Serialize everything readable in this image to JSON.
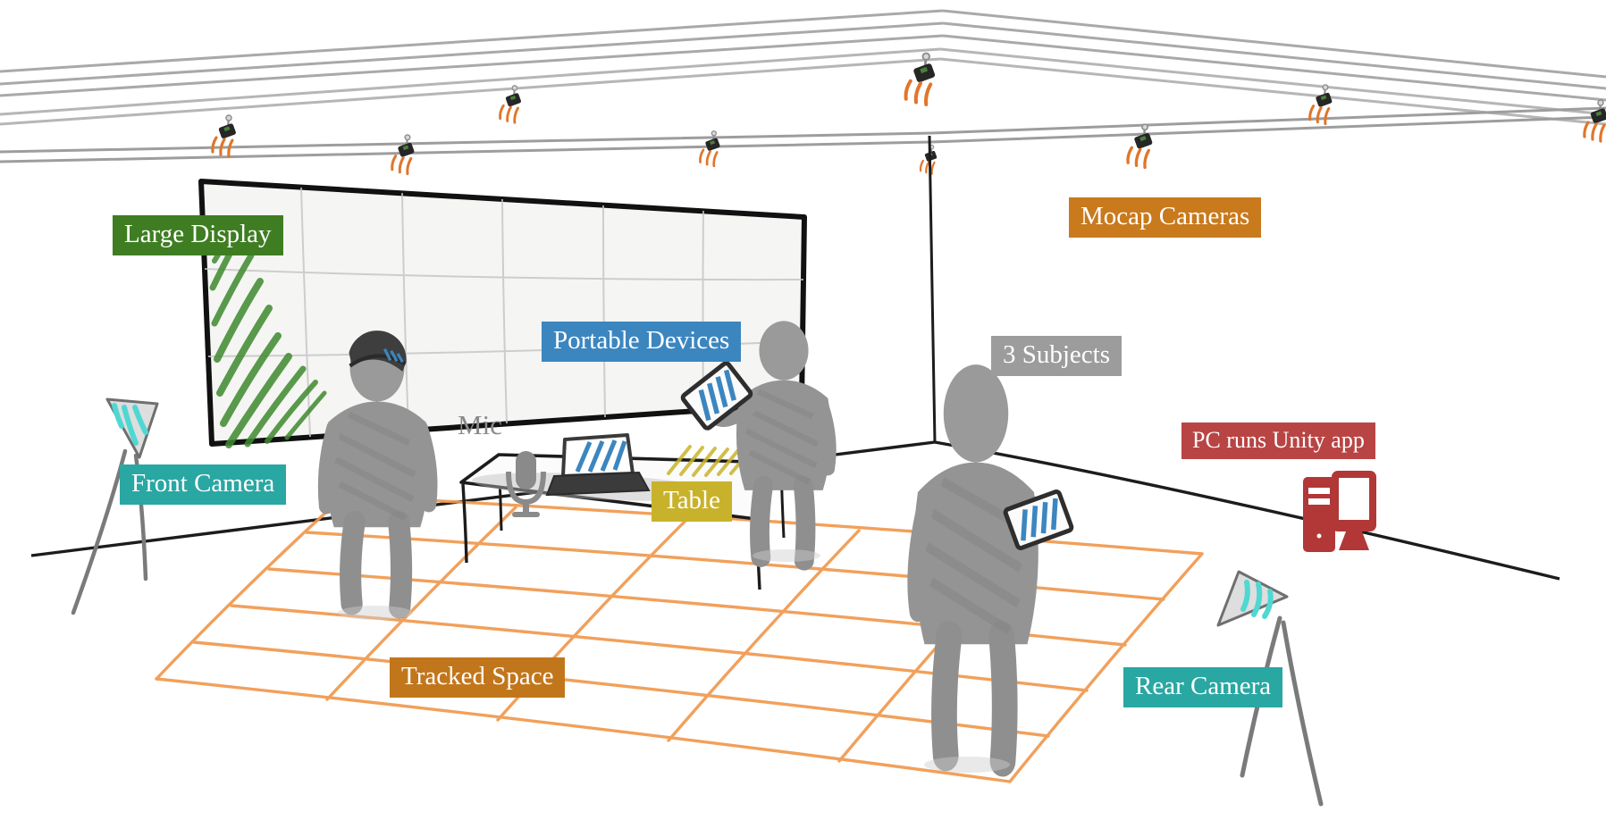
{
  "labels": {
    "large_display": {
      "text": "Large Display",
      "color": "#3f7d22"
    },
    "mocap_cameras": {
      "text": "Mocap Cameras",
      "color": "#c87a1d"
    },
    "portable_devices": {
      "text": "Portable Devices",
      "color": "#3c86c0"
    },
    "subjects": {
      "text": "3 Subjects",
      "color": "#9c9c9c"
    },
    "front_camera": {
      "text": "Front Camera",
      "color": "#29a7a3"
    },
    "mic": {
      "text": "Mic",
      "color": "#8a8a8a"
    },
    "table": {
      "text": "Table",
      "color": "#c8b22b"
    },
    "pc": {
      "text": "PC runs Unity app",
      "color": "#b94444"
    },
    "tracked_space": {
      "text": "Tracked Space",
      "color": "#c2761c"
    },
    "rear_camera": {
      "text": "Rear Camera",
      "color": "#29a7a3"
    }
  },
  "scene": {
    "colors": {
      "floor_grid": "#f0994e",
      "mocap_rays": "#e0762b",
      "display_hatch": "#3e8a2e",
      "camera_cone_stripes": "#4fd8d2",
      "device_screen_stripes": "#3c86c0",
      "person": "#9a9a9a",
      "pc_icon": "#b23737",
      "room_lines": "#1c1c1c",
      "truss": "#a9a9a9",
      "label_text": "#ffffff"
    },
    "icons": {
      "mocap-camera-icon": "small ceiling camera box with orange IR rays",
      "front-camera-icon": "striped cone camera on tripod",
      "rear-camera-icon": "striped cone camera on tripod",
      "mic-icon": "microphone on stand",
      "laptop-icon": "laptop with striped screen",
      "tablet-icon": "handheld tablet with striped screen",
      "pc-icon": "desktop tower and monitor"
    }
  }
}
